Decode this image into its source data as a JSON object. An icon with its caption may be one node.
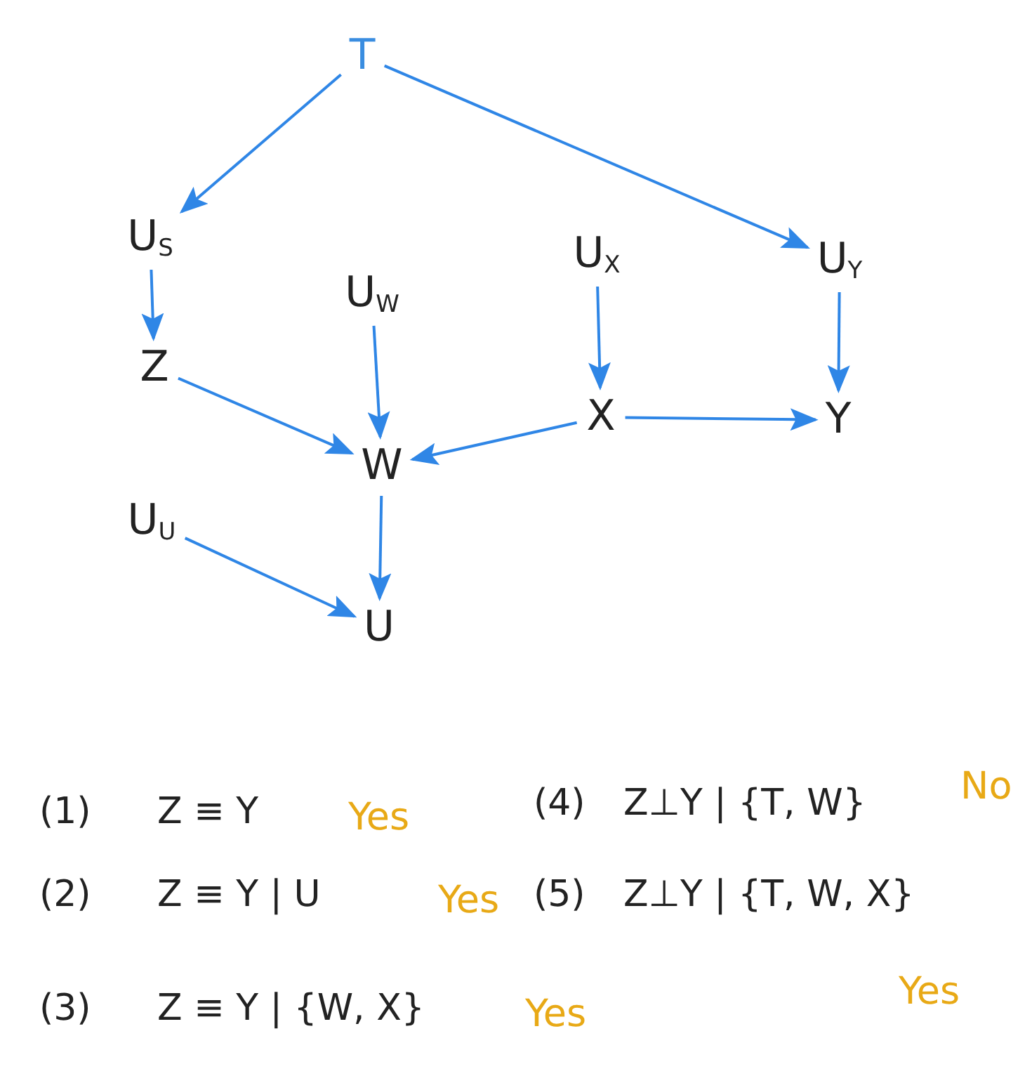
{
  "diagram": {
    "nodes": [
      {
        "text": [
          "T"
        ]
      },
      {
        "text": [
          "U$_{S}$"
        ]
      },
      {
        "text": [
          "U$_{W}$"
        ]
      },
      {
        "text": [
          "U$_{X}$"
        ]
      },
      {
        "text": [
          "U$_{Y}$"
        ]
      },
      {
        "text": [
          "Z"
        ]
      },
      {
        "text": [
          "W"
        ]
      },
      {
        "text": [
          "X"
        ]
      },
      {
        "text": [
          "Y"
        ]
      },
      {
        "text": [
          "U$_{U}$"
        ]
      },
      {
        "text": [
          "U"
        ]
      }
    ],
    "edges": [
      {
        "from": 0,
        "to": 1,
        "arrow": "to"
      },
      {
        "from": 0,
        "to": 4,
        "arrow": "to"
      },
      {
        "from": 1,
        "to": 5,
        "arrow": "to"
      },
      {
        "from": 2,
        "to": 6,
        "arrow": "to"
      },
      {
        "from": 3,
        "to": 7,
        "arrow": "to"
      },
      {
        "from": 4,
        "to": 8,
        "arrow": "to"
      },
      {
        "from": 5,
        "to": 6,
        "arrow": "to"
      },
      {
        "from": 7,
        "to": 6,
        "arrow": "to"
      },
      {
        "from": 7,
        "to": 8,
        "arrow": "to"
      },
      {
        "from": 6,
        "to": 10,
        "arrow": "to"
      },
      {
        "from": 9,
        "to": 10,
        "arrow": "to"
      }
    ],
    "labels": [
      "(1)",
      "Z ≡ Y",
      "Yes",
      "(4)",
      "Z⊥Y | {T, W}",
      "No",
      "(2)",
      "Z ≡ Y | U",
      "Yes",
      "(5)",
      "Z⊥Y | {T, W, X}",
      "(3)",
      "Z ≡ Y | {W, X}",
      "Yes",
      "Yes"
    ]
  }
}
